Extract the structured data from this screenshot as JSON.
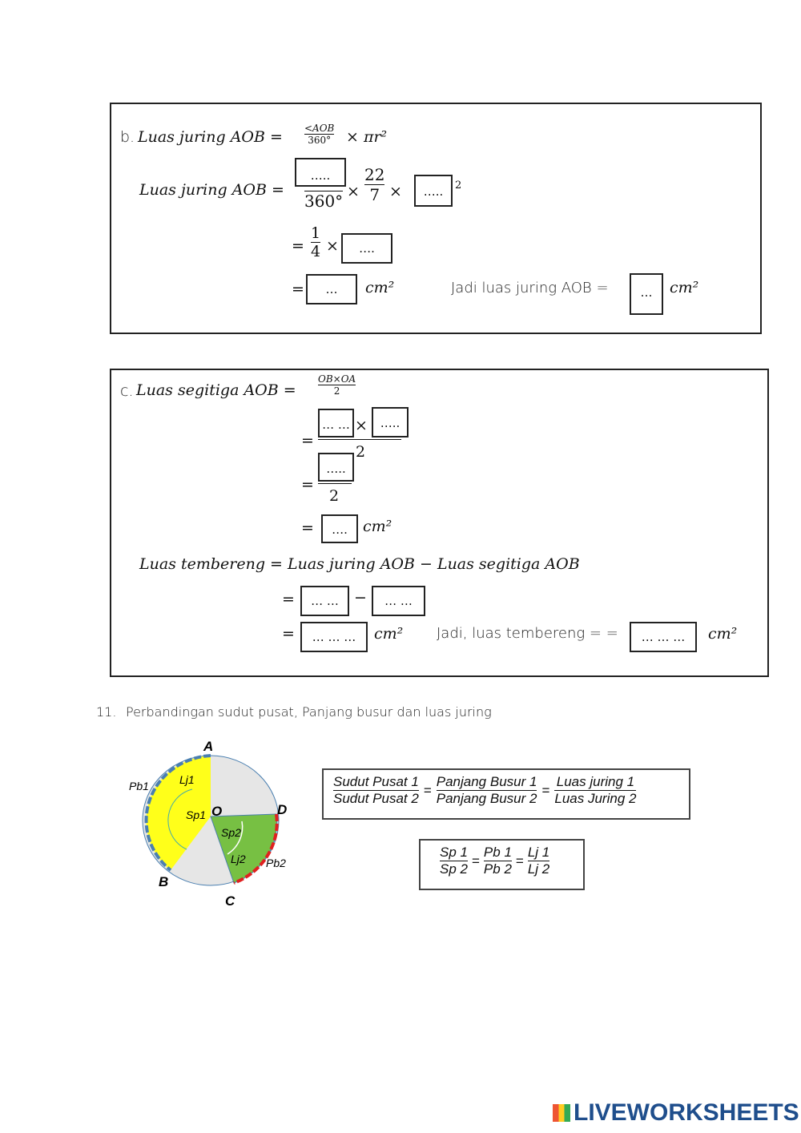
{
  "b": {
    "label": "b.",
    "line1": "Luas juring AOB =",
    "frac1_num": "<AOB",
    "frac1_den": "360°",
    "times_pi_r2": "× πr²",
    "line2": "Luas juring AOB =",
    "den360": "360°",
    "times": "×",
    "n22": "22",
    "d7": "7",
    "blank": "…..",
    "sq": "2",
    "eq": "=",
    "one": "1",
    "four": "4",
    "blank3": "….",
    "blank4": "…",
    "cm2": "cm²",
    "conclusion": "Jadi luas juring AOB =",
    "blank5": "…"
  },
  "c": {
    "label": "c.",
    "line1": "Luas segitiga AOB =",
    "frac_num": "OB×OA",
    "frac_den": "2",
    "eq": "=",
    "blank_a": "… …",
    "times": "×",
    "blank_b": "…..",
    "two": "2",
    "blank_c": "…..",
    "blank_d": "….",
    "cm2": "cm²",
    "tembereng": "Luas tembereng = Luas juring AOB − Luas segitiga AOB",
    "blank_e": "… …",
    "minus": "−",
    "blank_f": "… …",
    "blank_g": "… … …",
    "conclusion": "Jadi, luas tembereng = =",
    "blank_h": "… … …"
  },
  "q11": {
    "number": "11.",
    "text": "Perbandingan sudut pusat, Panjang busur dan luas juring"
  },
  "diagram": {
    "labels": {
      "A": "A",
      "B": "B",
      "C": "C",
      "D": "D",
      "O": "O",
      "Pb1": "Pb1",
      "Pb2": "Pb2",
      "Lj1": "Lj1",
      "Lj2": "Lj2",
      "Sp1": "Sp1",
      "Sp2": "Sp2"
    },
    "colors": {
      "sector1": "#ffff1a",
      "sector2": "#77c043",
      "rest": "#e6e6e6",
      "arc1": "#4a7fb0",
      "arc2": "#e02020"
    }
  },
  "formula1": {
    "n1": "Sudut Pusat 1",
    "d1": "Sudut Pusat 2",
    "n2": "Panjang Busur 1",
    "d2": "Panjang Busur 2",
    "n3": "Luas juring 1",
    "d3": "Luas Juring 2",
    "eq": "="
  },
  "formula2": {
    "n1": "Sp 1",
    "d1": "Sp 2",
    "n2": "Pb 1",
    "d2": "Pb 2",
    "n3": "Lj 1",
    "d3": "Lj 2",
    "eq": "="
  },
  "footer": {
    "logo": "LIVEWORKSHEETS"
  }
}
